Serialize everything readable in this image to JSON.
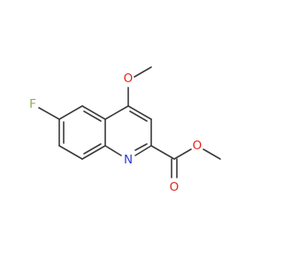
{
  "molecule": {
    "atoms": {
      "fluorine": "F",
      "nitrogen": "N",
      "methoxy_oxygen": "O",
      "ester_carbonyl_oxygen": "O",
      "ester_alkoxy_oxygen": "O"
    },
    "colors": {
      "bond": "#3a3a3a",
      "fluorine": "#8db04a",
      "nitrogen": "#2f3bd6",
      "oxygen": "#e0261b"
    }
  }
}
